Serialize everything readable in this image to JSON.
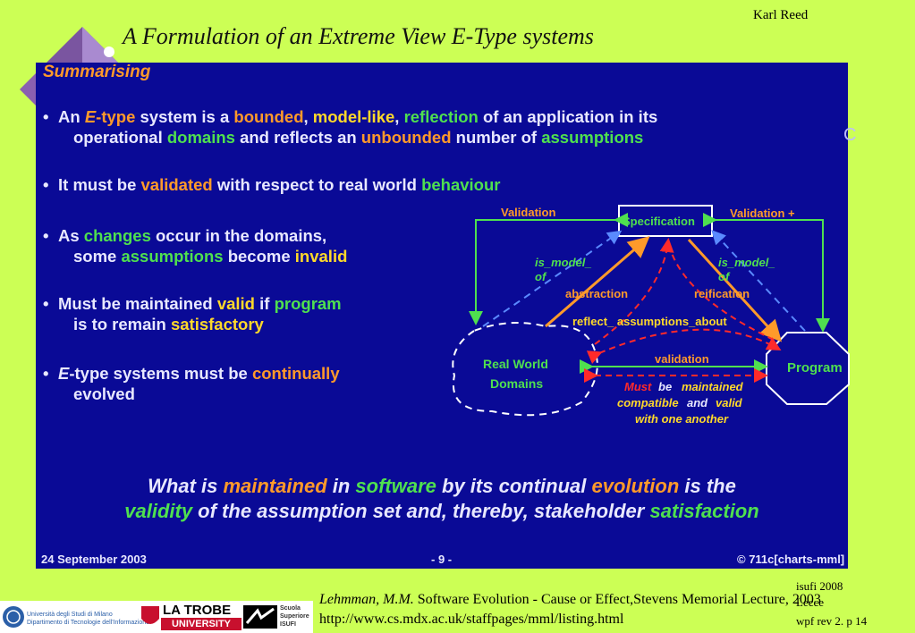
{
  "header": {
    "author": "Karl Reed",
    "title": "A Formulation of an Extreme View E-Type systems"
  },
  "slide": {
    "heading": "Summarising",
    "b1": {
      "p1": "An ",
      "e": "E",
      "etype": "-type",
      "p2": " system is a ",
      "bounded": "bounded",
      "comma1": ", ",
      "model": "model-like",
      "comma2": ", ",
      "reflection": "reflection",
      "p3": " of an application in its",
      "p4": "operational ",
      "domains": "domains",
      "p5": " and reflects an ",
      "unbounded": "unbounded",
      "p6": " number of ",
      "assumptions": "assumptions"
    },
    "b2": {
      "p1": "It must be ",
      "validated": "validated",
      "p2": " with respect to real world ",
      "behaviour": "behaviour"
    },
    "b3": {
      "p1": "As ",
      "changes": "changes",
      "p2": " occur in the domains,",
      "p3": "some ",
      "assumptions": "assumptions",
      "p4": " become ",
      "invalid": "invalid"
    },
    "b4": {
      "p1": "Must be maintained ",
      "valid": "valid",
      "p2": " if ",
      "program": "program",
      "p3": "is to remain ",
      "satisfactory": "satisfactory"
    },
    "b5": {
      "e": "E",
      "p1": "-type systems must be ",
      "continually": "continually",
      "p2": "evolved"
    },
    "conclusion": {
      "p1": "What is ",
      "maintained": "maintained",
      "p2": " in ",
      "software": "software",
      "p3": " by its continual ",
      "evolution": "evolution",
      "p4": " is the",
      "validity": "validity",
      "p5": " of the assumption set and, thereby, stakeholder ",
      "satisfaction": "satisfaction"
    },
    "footer": {
      "date": "24 September 2003",
      "page": "- 9 -",
      "copyright": "© 711c[charts-mml]"
    },
    "edge_mark": "C"
  },
  "diagram": {
    "validation_left": "Validation",
    "validation_right": "Validation +",
    "specification": "Specification",
    "is_model_of_left_1": "is_model_",
    "is_model_of_left_2": "of",
    "is_model_of_right_1": "is_model_",
    "is_model_of_right_2": "of",
    "abstraction": "abstraction",
    "reification": "reification",
    "reflect": "reflect_ assumptions_about",
    "real_world_1": "Real World",
    "real_world_2": "Domains",
    "validation_mid": "validation",
    "program": "Program",
    "must": "Must",
    "be": " be ",
    "maintained": "maintained",
    "compatible": "compatible",
    "and": " and ",
    "valid": "valid",
    "one_another": "with one another"
  },
  "reference": {
    "author": "Lehmman, M.M.",
    "text": " Software Evolution - Cause or Effect,Stevens Memorial Lecture, 2003",
    "url": "http://www.cs.mdx.ac.uk/staffpages/mml/listing.html"
  },
  "meta": {
    "line1": "isufi 2008",
    "line2": "Lecce",
    "line3": "wpf rev 2.  p 14"
  },
  "logos": {
    "milano_1": "Università degli Studi di Milano",
    "milano_2": "Dipartimento di Tecnologie dell'Informazione",
    "latrobe_1": "LA TROBE",
    "latrobe_2": "UNIVERSITY",
    "scuola_1": "Scuola",
    "scuola_2": "Superiore",
    "scuola_3": "ISUFI"
  }
}
